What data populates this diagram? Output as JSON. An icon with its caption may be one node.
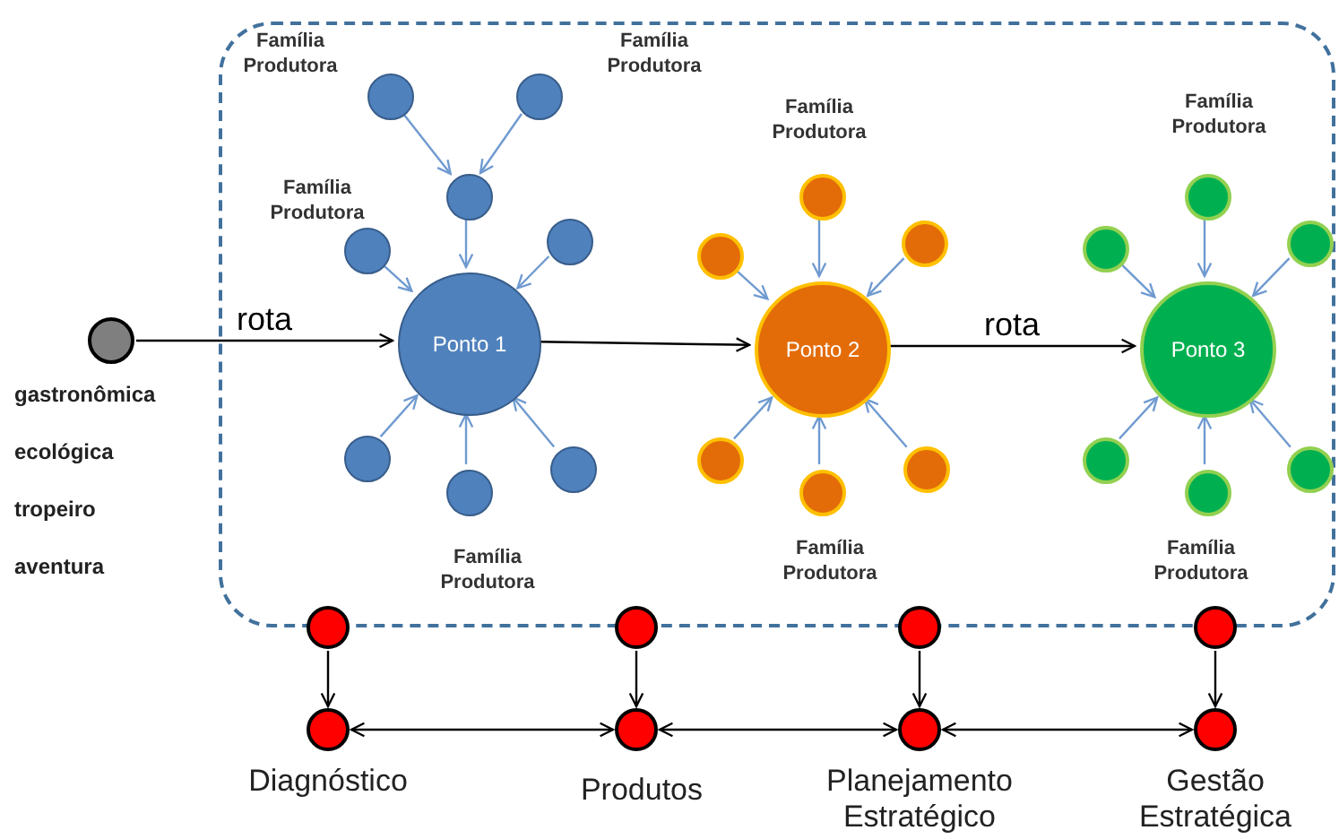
{
  "diagram": {
    "nodes": [
      {
        "text": [],
        "shape": "box"
      },
      {
        "text": [],
        "shape": "circle",
        "beside": [
          "gastronômica",
          "ecológica",
          "tropeiro",
          "aventura"
        ]
      },
      {
        "text": [
          "Ponto 1"
        ],
        "in": 0
      },
      {
        "text": [
          "Ponto 2"
        ],
        "in": 0
      },
      {
        "text": [
          "Ponto 3"
        ],
        "in": 0
      },
      {
        "text": [],
        "shape": "circle",
        "in": 0
      },
      {
        "text": [],
        "shape": "circle",
        "in": 0
      },
      {
        "text": [],
        "shape": "circle",
        "in": 0
      },
      {
        "text": [],
        "shape": "circle",
        "in": 0
      },
      {
        "text": [],
        "shape": "circle",
        "in": 0
      },
      {
        "text": [],
        "shape": "circle",
        "in": 0
      },
      {
        "text": [],
        "shape": "circle",
        "in": 0
      },
      {
        "text": [],
        "shape": "circle",
        "in": 0
      },
      {
        "text": [],
        "shape": "circle",
        "in": 0
      },
      {
        "text": [],
        "shape": "circle",
        "in": 0
      },
      {
        "text": [],
        "shape": "circle",
        "in": 0
      },
      {
        "text": [],
        "shape": "circle",
        "in": 0
      },
      {
        "text": [],
        "shape": "circle",
        "in": 0
      },
      {
        "text": [],
        "shape": "circle",
        "in": 0
      },
      {
        "text": [],
        "shape": "circle",
        "in": 0
      },
      {
        "text": [],
        "shape": "circle",
        "in": 0
      },
      {
        "text": [],
        "shape": "circle",
        "in": 0
      },
      {
        "text": [],
        "shape": "circle",
        "in": 0
      },
      {
        "text": [],
        "shape": "circle",
        "in": 0
      },
      {
        "text": [],
        "shape": "circle",
        "in": 0
      },
      {
        "text": [],
        "shape": "circle"
      },
      {
        "text": [],
        "shape": "circle"
      },
      {
        "text": [],
        "shape": "circle"
      },
      {
        "text": [],
        "shape": "circle"
      },
      {
        "text": [],
        "shape": "circle",
        "beside": [
          "Diagnóstico"
        ]
      },
      {
        "text": [],
        "shape": "circle",
        "beside": [
          "Produtos"
        ]
      },
      {
        "text": [],
        "shape": "circle",
        "beside": [
          "Planejamento Estratégico"
        ]
      },
      {
        "text": [],
        "shape": "circle",
        "beside": [
          "Gestão Estratégica"
        ]
      }
    ],
    "edges": [
      {
        "from": 1,
        "to": 2,
        "arrow": "to",
        "label": "rota",
        "color": "#000000"
      },
      {
        "from": 2,
        "to": 3,
        "arrow": "to",
        "color": "#000000"
      },
      {
        "from": 3,
        "to": 4,
        "arrow": "to",
        "label": "rota",
        "color": "#000000"
      },
      {
        "from": 5,
        "to": 7,
        "arrow": "to"
      },
      {
        "from": 6,
        "to": 7,
        "arrow": "to"
      },
      {
        "from": 7,
        "to": 2,
        "arrow": "to"
      },
      {
        "from": 8,
        "to": 2,
        "arrow": "to"
      },
      {
        "from": 9,
        "to": 2,
        "arrow": "to"
      },
      {
        "from": 10,
        "to": 2,
        "arrow": "to"
      },
      {
        "from": 11,
        "to": 2,
        "arrow": "to"
      },
      {
        "from": 12,
        "to": 2,
        "arrow": "to"
      },
      {
        "from": 13,
        "to": 3,
        "arrow": "to"
      },
      {
        "from": 14,
        "to": 3,
        "arrow": "to"
      },
      {
        "from": 15,
        "to": 3,
        "arrow": "to"
      },
      {
        "from": 16,
        "to": 3,
        "arrow": "to"
      },
      {
        "from": 17,
        "to": 3,
        "arrow": "to"
      },
      {
        "from": 18,
        "to": 3,
        "arrow": "to"
      },
      {
        "from": 19,
        "to": 4,
        "arrow": "to"
      },
      {
        "from": 20,
        "to": 4,
        "arrow": "to"
      },
      {
        "from": 21,
        "to": 4,
        "arrow": "to"
      },
      {
        "from": 22,
        "to": 4,
        "arrow": "to"
      },
      {
        "from": 23,
        "to": 4,
        "arrow": "to"
      },
      {
        "from": 24,
        "to": 4,
        "arrow": "to"
      },
      {
        "from": 25,
        "to": 29,
        "arrow": "to",
        "color": "#000000"
      },
      {
        "from": 26,
        "to": 30,
        "arrow": "to",
        "color": "#000000"
      },
      {
        "from": 27,
        "to": 31,
        "arrow": "to",
        "color": "#000000"
      },
      {
        "from": 28,
        "to": 32,
        "arrow": "to",
        "color": "#000000"
      },
      {
        "from": 29,
        "to": 30,
        "arrow": "both",
        "color": "#000000"
      },
      {
        "from": 30,
        "to": 31,
        "arrow": "both",
        "color": "#000000"
      },
      {
        "from": 31,
        "to": 32,
        "arrow": "both",
        "color": "#000000"
      }
    ],
    "labels": [
      "Família Produtora",
      "Família Produtora",
      "Família Produtora",
      "Família Produtora",
      "Família Produtora",
      "Família Produtora",
      "Família Produtora",
      "Família Produtora"
    ]
  }
}
